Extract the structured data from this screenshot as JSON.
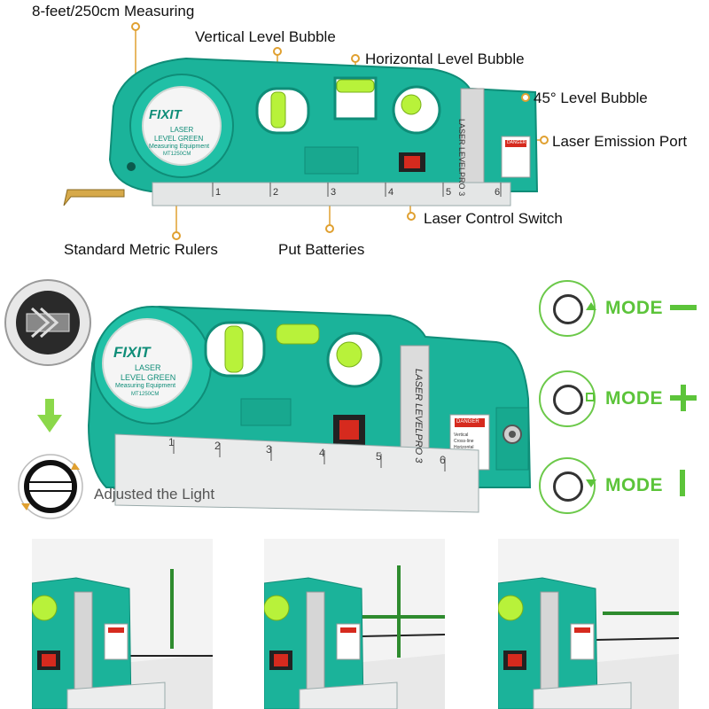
{
  "callouts": {
    "measuring": "8-feet/250cm Measuring",
    "vertical_bubble": "Vertical Level Bubble",
    "horizontal_bubble": "Horizontal Level Bubble",
    "deg45_bubble": "45° Level Bubble",
    "laser_port": "Laser Emission Port",
    "control_switch": "Laser Control Switch",
    "metric_rulers": "Standard Metric Rulers",
    "batteries": "Put Batteries"
  },
  "device": {
    "brand": "FIXIT",
    "line1": "LASER",
    "line2": "LEVEL GREEN",
    "line3": "Measuring Equipment",
    "model_code": "MT1250CM",
    "side_label_1": "LASER",
    "side_label_2": "LEVELPRO",
    "side_number": "3",
    "warning_title": "DANGER",
    "warning_lines": [
      "Vertical",
      "Cross-line",
      "Horizontal"
    ],
    "ruler_numbers": [
      "1",
      "2",
      "3",
      "4",
      "5",
      "6"
    ]
  },
  "adjust_light": "Adjusted the Light",
  "modes": [
    {
      "label": "MODE",
      "symbol": "−"
    },
    {
      "label": "MODE",
      "symbol": "+"
    },
    {
      "label": "MODE",
      "symbol": "|"
    }
  ],
  "colors": {
    "body_green": "#1bb39a",
    "dark_green": "#10957f",
    "mode_green": "#5cc43a",
    "laser_green": "#2e8b2e",
    "bubble": "#b8f23a",
    "switch_red": "#d62a1e",
    "callout_dot": "#e0a030"
  }
}
